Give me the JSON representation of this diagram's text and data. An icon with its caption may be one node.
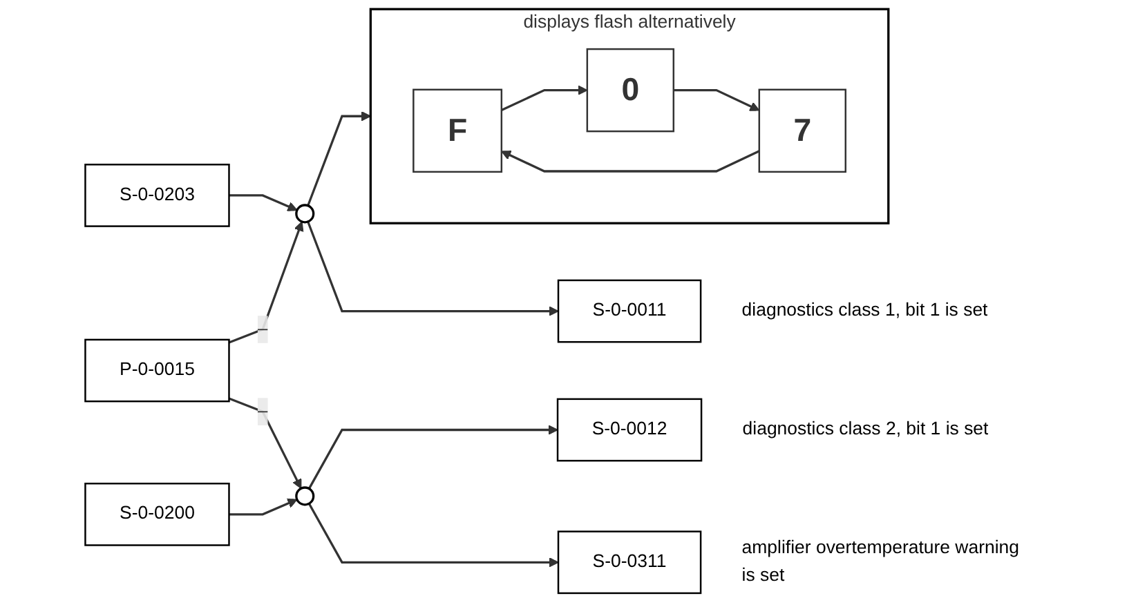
{
  "diagram": {
    "nodes": [
      {
        "text": [],
        "shape": "box",
        "beside": [
          "displays flash alternatively"
        ]
      },
      {
        "text": [
          "F"
        ],
        "in": 0
      },
      {
        "text": [
          "0"
        ],
        "in": 0
      },
      {
        "text": [
          "7"
        ],
        "in": 0
      },
      {
        "text": [
          "S-0-0203"
        ]
      },
      {
        "text": [],
        "shape": "circle"
      },
      {
        "text": [
          "S-0-0011"
        ],
        "beside": [
          "diagnostics class 1, bit 1 is set"
        ]
      },
      {
        "text": [
          "P-0-0015"
        ]
      },
      {
        "text": [
          "S-0-0200"
        ]
      },
      {
        "text": [],
        "shape": "circle"
      },
      {
        "text": [
          "S-0-0012"
        ],
        "beside": [
          "diagnostics class 2, bit 1 is set"
        ]
      },
      {
        "text": [
          "S-0-0311"
        ],
        "beside": [
          "amplifier overtemperature warning is set"
        ]
      }
    ],
    "edges": [
      {
        "from": 1,
        "to": 2,
        "arrow": "to"
      },
      {
        "from": 2,
        "to": 3,
        "arrow": "to"
      },
      {
        "from": 3,
        "to": 1,
        "arrow": "to"
      },
      {
        "from": 4,
        "to": 5,
        "arrow": "to"
      },
      {
        "from": 5,
        "to": 0,
        "arrow": "to"
      },
      {
        "from": 5,
        "to": 6,
        "arrow": "to"
      },
      {
        "from": 7,
        "to": 5,
        "arrow": "to",
        "label": "–"
      },
      {
        "from": 7,
        "to": 9,
        "arrow": "to",
        "label": "–"
      },
      {
        "from": 8,
        "to": 9,
        "arrow": "to"
      },
      {
        "from": 9,
        "to": 10,
        "arrow": "to"
      },
      {
        "from": 9,
        "to": 11,
        "arrow": "to"
      }
    ]
  }
}
